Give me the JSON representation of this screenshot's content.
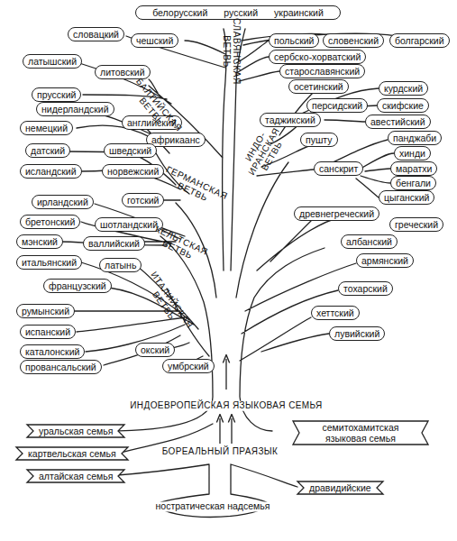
{
  "diagram": {
    "nodes": [
      {
        "text": [
          "белорусский",
          "русский",
          "украинский"
        ]
      },
      {
        "text": [
          "словацкий"
        ]
      },
      {
        "text": [
          "чешский"
        ]
      },
      {
        "text": [
          "польский"
        ]
      },
      {
        "text": [
          "словенский"
        ]
      },
      {
        "text": [
          "болгарский"
        ]
      },
      {
        "text": [
          "сербско-хорватский"
        ]
      },
      {
        "text": [
          "латышский"
        ]
      },
      {
        "text": [
          "старославянский"
        ]
      },
      {
        "text": [
          "литовский"
        ]
      },
      {
        "text": [
          "осетинский"
        ]
      },
      {
        "text": [
          "курдский"
        ]
      },
      {
        "text": [
          "прусский"
        ]
      },
      {
        "text": [
          "персидский"
        ]
      },
      {
        "text": [
          "скифские"
        ]
      },
      {
        "text": [
          "нидерландский"
        ]
      },
      {
        "text": [
          "таджикский"
        ]
      },
      {
        "text": [
          "авестийский"
        ]
      },
      {
        "text": [
          "английский"
        ]
      },
      {
        "text": [
          "немецкий"
        ]
      },
      {
        "text": [
          "панджаби"
        ]
      },
      {
        "text": [
          "африкаанс"
        ]
      },
      {
        "text": [
          "пушту"
        ]
      },
      {
        "text": [
          "датский"
        ]
      },
      {
        "text": [
          "шведский"
        ]
      },
      {
        "text": [
          "хинди"
        ]
      },
      {
        "text": [
          "маратхи"
        ]
      },
      {
        "text": [
          "санскрит"
        ]
      },
      {
        "text": [
          "исландский"
        ]
      },
      {
        "text": [
          "норвежский"
        ]
      },
      {
        "text": [
          "бенгали"
        ]
      },
      {
        "text": [
          "цыганский"
        ]
      },
      {
        "text": [
          "готский"
        ]
      },
      {
        "text": [
          "ирландский"
        ]
      },
      {
        "text": [
          "древнегреческий"
        ]
      },
      {
        "text": [
          "греческий"
        ]
      },
      {
        "text": [
          "бретонский"
        ]
      },
      {
        "text": [
          "шотландский"
        ]
      },
      {
        "text": [
          "мэнский"
        ]
      },
      {
        "text": [
          "валлийский"
        ]
      },
      {
        "text": [
          "албанский"
        ]
      },
      {
        "text": [
          "армянский"
        ]
      },
      {
        "text": [
          "итальянский"
        ]
      },
      {
        "text": [
          "латынь"
        ]
      },
      {
        "text": [
          "французский"
        ]
      },
      {
        "text": [
          "тохарский"
        ]
      },
      {
        "text": [
          "румынский"
        ]
      },
      {
        "text": [
          "хеттский"
        ]
      },
      {
        "text": [
          "испанский"
        ]
      },
      {
        "text": [
          "лувийский"
        ]
      },
      {
        "text": [
          "окский"
        ]
      },
      {
        "text": [
          "каталонский"
        ]
      },
      {
        "text": [
          "провансальский"
        ]
      },
      {
        "text": [
          "умбрский"
        ]
      },
      {
        "text": [
          "уральская семья"
        ]
      },
      {
        "text": [
          "семитохамитская языковая семья"
        ]
      },
      {
        "text": [
          "картвельская семья"
        ]
      },
      {
        "text": [
          "алтайская семья"
        ]
      },
      {
        "text": [
          "дравидийские"
        ]
      }
    ],
    "labels": [
      "СЛАВЯНСКАЯ ВЕТВЬ",
      "БАЛТИЙСКАЯ ВЕТВЬ",
      "ИНДО-ИРАНСКАЯ ВЕТВЬ",
      "ГЕРМАНСКАЯ ВЕТВЬ",
      "КЕЛЬТСКАЯ ВЕТВЬ",
      "ИТАЛИЙСКАЯ ВЕТВЬ",
      "ИНДОЕВРОПЕЙСКАЯ ЯЗЫКОВАЯ СЕМЬЯ",
      "БОРЕАЛЬНЫЙ ПРАЯЗЫК",
      "ностратическая надсемья"
    ]
  }
}
